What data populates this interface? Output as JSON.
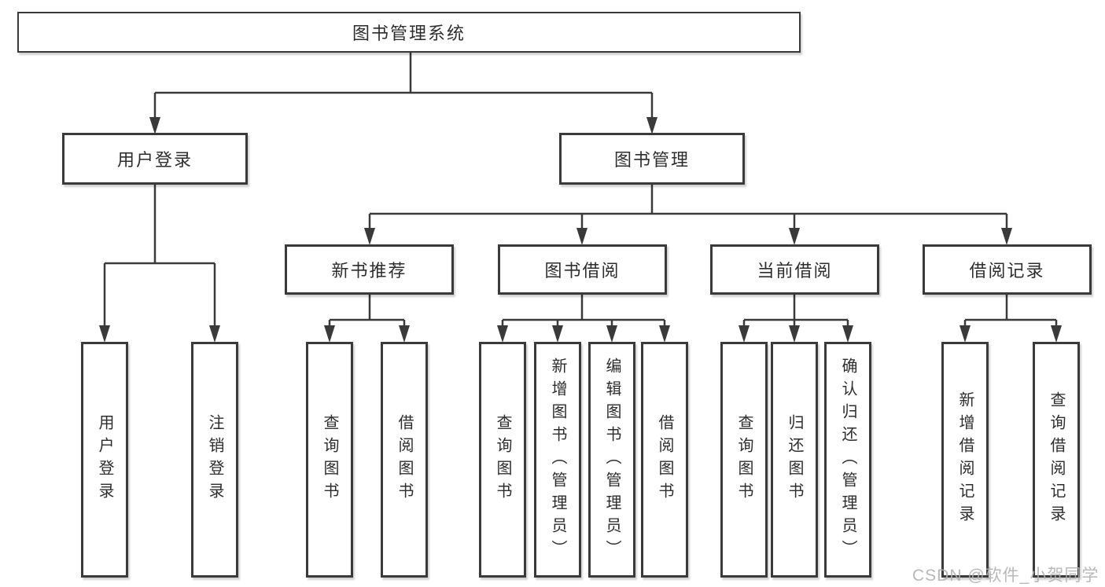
{
  "colors": {
    "line": "#3a3a3a",
    "box_border": "#3a3a3a",
    "box_fill": "#ffffff",
    "text": "#2d2d2d",
    "watermark": "#b0b0b0",
    "background": "#ffffff"
  },
  "tree": {
    "label": "图书管理系统",
    "children": [
      {
        "label": "用户登录",
        "children": [
          {
            "label": "用户登录"
          },
          {
            "label": "注销登录"
          }
        ]
      },
      {
        "label": "图书管理",
        "children": [
          {
            "label": "新书推荐",
            "children": [
              {
                "label": "查询图书"
              },
              {
                "label": "借阅图书"
              }
            ]
          },
          {
            "label": "图书借阅",
            "children": [
              {
                "label": "查询图书"
              },
              {
                "label": "新增图书（管理员）"
              },
              {
                "label": "编辑图书（管理员）"
              },
              {
                "label": "借阅图书"
              }
            ]
          },
          {
            "label": "当前借阅",
            "children": [
              {
                "label": "查询图书"
              },
              {
                "label": "归还图书"
              },
              {
                "label": "确认归还（管理员）"
              }
            ]
          },
          {
            "label": "借阅记录",
            "children": [
              {
                "label": "新增借阅记录"
              },
              {
                "label": "查询借阅记录"
              }
            ]
          }
        ]
      }
    ]
  },
  "watermark": {
    "text": "CSDN @软件_小贺同学"
  }
}
